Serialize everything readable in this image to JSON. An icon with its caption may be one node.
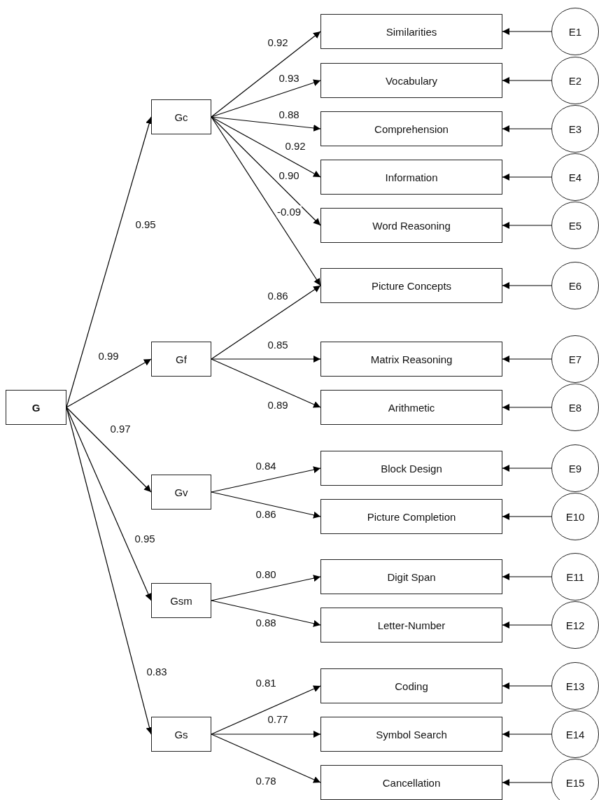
{
  "diagram": {
    "nodes": [
      {
        "text": [
          "G"
        ]
      },
      {
        "text": [
          "Gc"
        ]
      },
      {
        "text": [
          "Gf"
        ]
      },
      {
        "text": [
          "Gv"
        ]
      },
      {
        "text": [
          "Gsm"
        ]
      },
      {
        "text": [
          "Gs"
        ]
      },
      {
        "text": [
          "Similarities"
        ]
      },
      {
        "text": [
          "Vocabulary"
        ]
      },
      {
        "text": [
          "Comprehension"
        ]
      },
      {
        "text": [
          "Information"
        ]
      },
      {
        "text": [
          "Word Reasoning"
        ]
      },
      {
        "text": [
          "Picture Concepts"
        ]
      },
      {
        "text": [
          "Matrix Reasoning"
        ]
      },
      {
        "text": [
          "Arithmetic"
        ]
      },
      {
        "text": [
          "Block Design"
        ]
      },
      {
        "text": [
          "Picture Completion"
        ]
      },
      {
        "text": [
          "Digit Span"
        ]
      },
      {
        "text": [
          "Letter-Number"
        ]
      },
      {
        "text": [
          "Coding"
        ]
      },
      {
        "text": [
          "Symbol Search"
        ]
      },
      {
        "text": [
          "Cancellation"
        ]
      },
      {
        "text": [
          "E1"
        ]
      },
      {
        "text": [
          "E2"
        ]
      },
      {
        "text": [
          "E3"
        ]
      },
      {
        "text": [
          "E4"
        ]
      },
      {
        "text": [
          "E5"
        ]
      },
      {
        "text": [
          "E6"
        ]
      },
      {
        "text": [
          "E7"
        ]
      },
      {
        "text": [
          "E8"
        ]
      },
      {
        "text": [
          "E9"
        ]
      },
      {
        "text": [
          "E10"
        ]
      },
      {
        "text": [
          "E11"
        ]
      },
      {
        "text": [
          "E12"
        ]
      },
      {
        "text": [
          "E13"
        ]
      },
      {
        "text": [
          "E14"
        ]
      },
      {
        "text": [
          "E15"
        ]
      }
    ],
    "edges": [
      {
        "from": 0,
        "to": 1,
        "arrow": "to",
        "label": "0.95"
      },
      {
        "from": 0,
        "to": 2,
        "arrow": "to",
        "label": "0.99"
      },
      {
        "from": 0,
        "to": 3,
        "arrow": "to",
        "label": "0.97"
      },
      {
        "from": 0,
        "to": 4,
        "arrow": "to",
        "label": "0.95"
      },
      {
        "from": 0,
        "to": 5,
        "arrow": "to",
        "label": "0.83"
      },
      {
        "from": 1,
        "to": 6,
        "arrow": "to",
        "label": "0.92"
      },
      {
        "from": 1,
        "to": 7,
        "arrow": "to",
        "label": "0.93"
      },
      {
        "from": 1,
        "to": 8,
        "arrow": "to",
        "label": "0.88"
      },
      {
        "from": 1,
        "to": 9,
        "arrow": "to",
        "label": "0.92"
      },
      {
        "from": 1,
        "to": 10,
        "arrow": "to",
        "label": "0.90"
      },
      {
        "from": 1,
        "to": 11,
        "arrow": "to",
        "label": "-0.09"
      },
      {
        "from": 2,
        "to": 11,
        "arrow": "to",
        "label": "0.86"
      },
      {
        "from": 2,
        "to": 12,
        "arrow": "to",
        "label": "0.85"
      },
      {
        "from": 2,
        "to": 13,
        "arrow": "to",
        "label": "0.89"
      },
      {
        "from": 3,
        "to": 14,
        "arrow": "to",
        "label": "0.84"
      },
      {
        "from": 3,
        "to": 15,
        "arrow": "to",
        "label": "0.86"
      },
      {
        "from": 4,
        "to": 16,
        "arrow": "to",
        "label": "0.80"
      },
      {
        "from": 4,
        "to": 17,
        "arrow": "to",
        "label": "0.88"
      },
      {
        "from": 5,
        "to": 18,
        "arrow": "to",
        "label": "0.81"
      },
      {
        "from": 5,
        "to": 19,
        "arrow": "to",
        "label": "0.77"
      },
      {
        "from": 5,
        "to": 20,
        "arrow": "to",
        "label": "0.78"
      },
      {
        "from": 21,
        "to": 6,
        "arrow": "to"
      },
      {
        "from": 22,
        "to": 7,
        "arrow": "to"
      },
      {
        "from": 23,
        "to": 8,
        "arrow": "to"
      },
      {
        "from": 24,
        "to": 9,
        "arrow": "to"
      },
      {
        "from": 25,
        "to": 10,
        "arrow": "to"
      },
      {
        "from": 26,
        "to": 11,
        "arrow": "to"
      },
      {
        "from": 27,
        "to": 12,
        "arrow": "to"
      },
      {
        "from": 28,
        "to": 13,
        "arrow": "to"
      },
      {
        "from": 29,
        "to": 14,
        "arrow": "to"
      },
      {
        "from": 30,
        "to": 15,
        "arrow": "to"
      },
      {
        "from": 31,
        "to": 16,
        "arrow": "to"
      },
      {
        "from": 32,
        "to": 17,
        "arrow": "to"
      },
      {
        "from": 33,
        "to": 18,
        "arrow": "to"
      },
      {
        "from": 34,
        "to": 19,
        "arrow": "to"
      },
      {
        "from": 35,
        "to": 20,
        "arrow": "to"
      }
    ]
  }
}
